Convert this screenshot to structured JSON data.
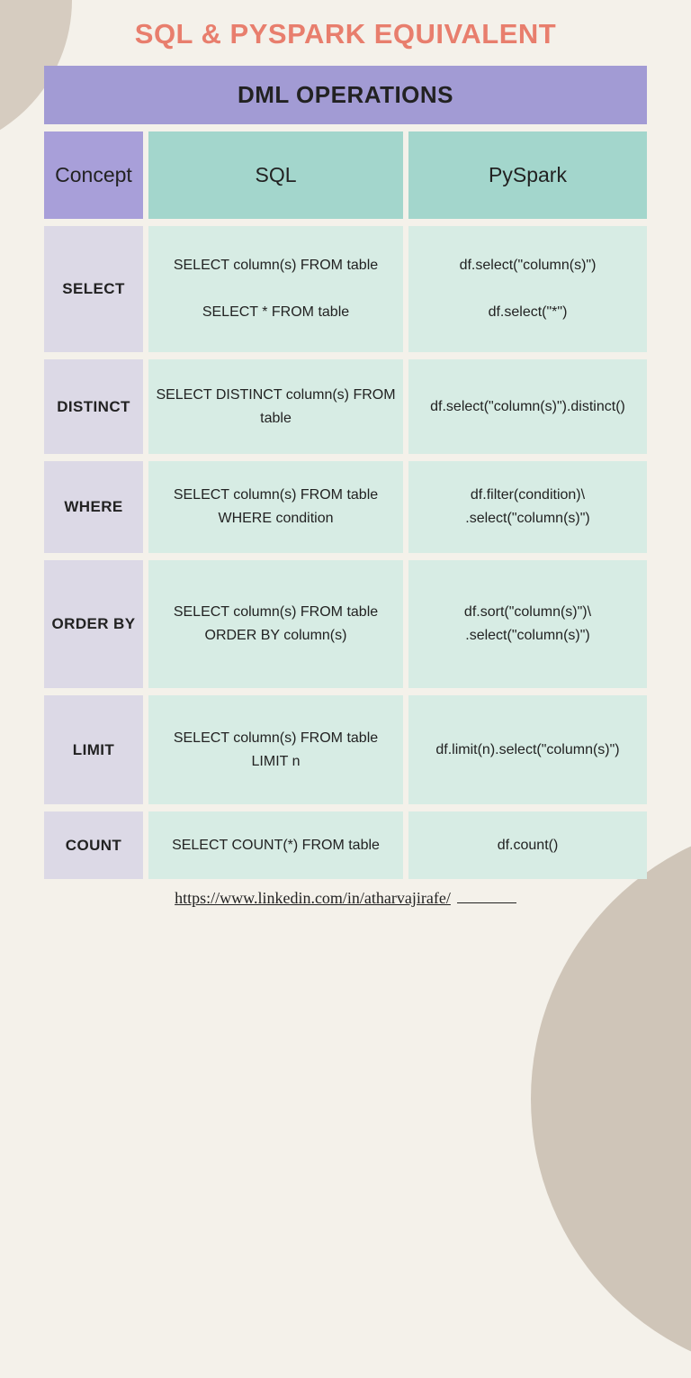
{
  "page": {
    "title": "SQL & PYSPARK EQUIVALENT",
    "banner": "DML OPERATIONS",
    "footer_link": "https://www.linkedin.com/in/atharvajirafe/"
  },
  "table": {
    "headers": {
      "concept": "Concept",
      "sql": "SQL",
      "pyspark": "PySpark"
    },
    "rows": [
      {
        "concept": "SELECT",
        "sql": [
          "SELECT column(s) FROM table",
          "",
          "SELECT * FROM table"
        ],
        "pyspark": [
          "df.select(\"column(s)\")",
          "",
          "df.select(\"*\")"
        ]
      },
      {
        "concept": "DISTINCT",
        "sql": "SELECT DISTINCT column(s) FROM table",
        "pyspark": "df.select(\"column(s)\").distinct()"
      },
      {
        "concept": "WHERE",
        "sql": [
          "SELECT column(s) FROM table",
          "WHERE condition"
        ],
        "pyspark": [
          "df.filter(condition)\\",
          ".select(\"column(s)\")"
        ]
      },
      {
        "concept": "ORDER BY",
        "sql": [
          "SELECT column(s) FROM table",
          "ORDER BY column(s)"
        ],
        "pyspark": [
          "df.sort(\"column(s)\")\\",
          ".select(\"column(s)\")"
        ]
      },
      {
        "concept": "LIMIT",
        "sql": "SELECT column(s) FROM table LIMIT n",
        "pyspark": "df.limit(n).select(\"column(s)\")"
      },
      {
        "concept": "COUNT",
        "sql": "SELECT COUNT(*) FROM table",
        "pyspark": "df.count()"
      }
    ]
  },
  "colors": {
    "background": "#f4f1ea",
    "decor_beige": "#d6ccc0",
    "decor_beige_dark": "#cfc5b8",
    "title_coral": "#e87e6d",
    "banner_purple": "#a29bd4",
    "header_purple": "#a89fd9",
    "header_teal": "#a3d6cc",
    "concept_lavender": "#dcd9e6",
    "cell_mint": "#d7ece4",
    "text_dark": "#222222"
  }
}
